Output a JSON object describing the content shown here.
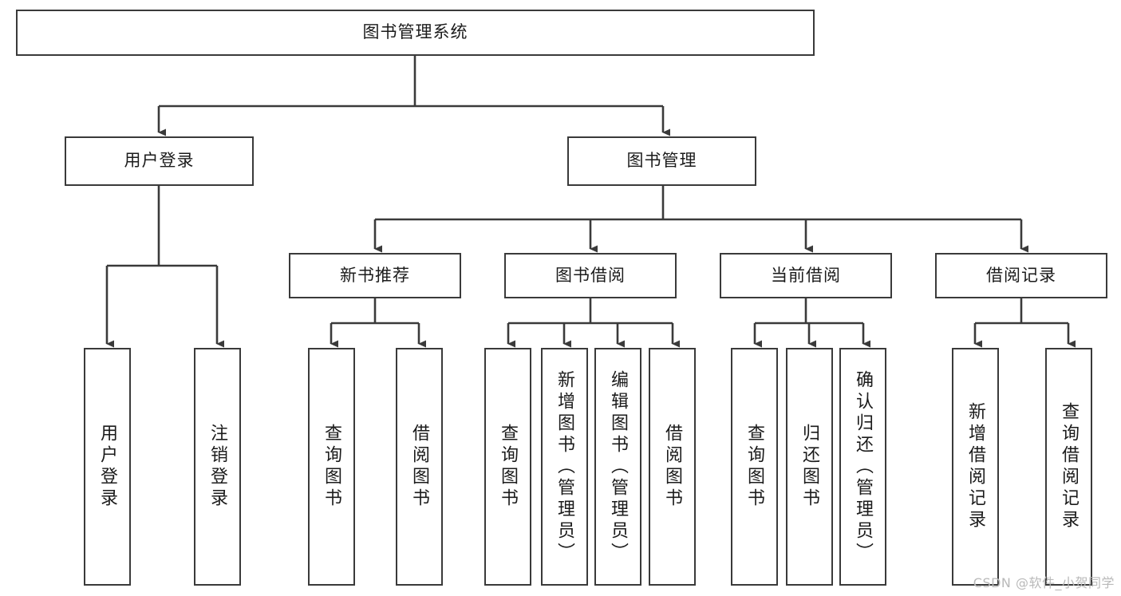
{
  "diagram": {
    "title": "图书管理系统",
    "type": "tree-hierarchy-diagram",
    "root": {
      "id": "root",
      "label": "图书管理系统"
    },
    "level1": [
      {
        "id": "user-login",
        "label": "用户登录"
      },
      {
        "id": "book-manage",
        "label": "图书管理"
      }
    ],
    "level2": [
      {
        "id": "new-book-recommend",
        "label": "新书推荐",
        "parent": "book-manage"
      },
      {
        "id": "book-borrow",
        "label": "图书借阅",
        "parent": "book-manage"
      },
      {
        "id": "current-borrow",
        "label": "当前借阅",
        "parent": "book-manage"
      },
      {
        "id": "borrow-record",
        "label": "借阅记录",
        "parent": "book-manage"
      }
    ],
    "leaves": [
      {
        "id": "leaf-user-login",
        "label": "用户登录",
        "parent": "user-login"
      },
      {
        "id": "leaf-logout-login",
        "label": "注销登录",
        "parent": "user-login"
      },
      {
        "id": "leaf-query-book-1",
        "label": "查询图书",
        "parent": "new-book-recommend"
      },
      {
        "id": "leaf-borrow-book-1",
        "label": "借阅图书",
        "parent": "new-book-recommend"
      },
      {
        "id": "leaf-query-book-2",
        "label": "查询图书",
        "parent": "book-borrow"
      },
      {
        "id": "leaf-add-book",
        "label": "新增图书（管理员）",
        "parent": "book-borrow"
      },
      {
        "id": "leaf-edit-book",
        "label": "编辑图书（管理员）",
        "parent": "book-borrow"
      },
      {
        "id": "leaf-borrow-book-2",
        "label": "借阅图书",
        "parent": "book-borrow"
      },
      {
        "id": "leaf-query-book-3",
        "label": "查询图书",
        "parent": "current-borrow"
      },
      {
        "id": "leaf-return-book",
        "label": "归还图书",
        "parent": "current-borrow"
      },
      {
        "id": "leaf-confirm-return",
        "label": "确认归还（管理员）",
        "parent": "current-borrow"
      },
      {
        "id": "leaf-add-record",
        "label": "新增借阅记录",
        "parent": "borrow-record"
      },
      {
        "id": "leaf-query-record",
        "label": "查询借阅记录",
        "parent": "borrow-record"
      }
    ]
  },
  "watermark": {
    "text": "CSDN @软件_小贺同学"
  },
  "colors": {
    "background": "#ffffff",
    "node_border": "#3a3a3a",
    "node_fill": "#ffffff",
    "edge": "#3a3a3a",
    "text": "#1b1b1b",
    "watermark": "#b9b9b9"
  }
}
